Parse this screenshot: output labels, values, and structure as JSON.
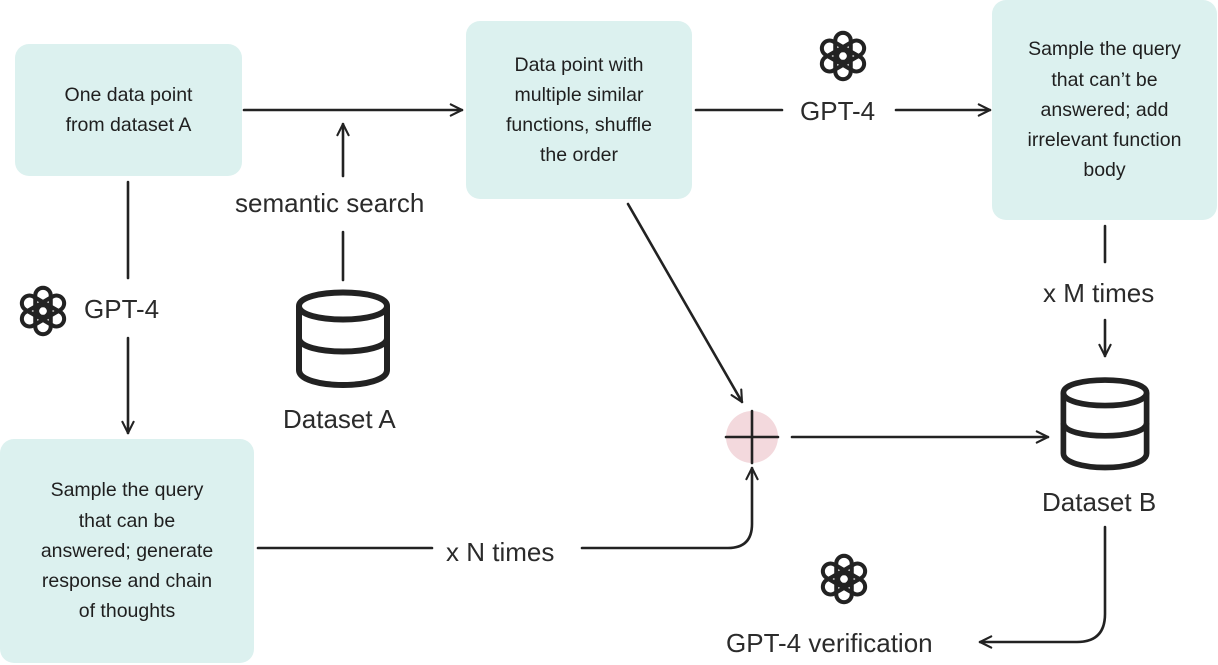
{
  "boxes": {
    "box_a": "One data point\nfrom dataset A",
    "box_mid": "Data point with\nmultiple similar\nfunctions, shuffle\nthe order",
    "box_right": "Sample the query\nthat can’t be\nanswered; add\nirrelevant function\nbody",
    "box_bottom": "Sample the query\nthat can be\nanswered; generate\nresponse and chain\nof thoughts"
  },
  "labels": {
    "semantic_search": "semantic search",
    "gpt4_left": "GPT-4",
    "gpt4_top": "GPT-4",
    "x_m_times": "x M times",
    "x_n_times": "x N times",
    "dataset_a": "Dataset A",
    "dataset_b": "Dataset B",
    "gpt4_verification": "GPT-4 verification"
  },
  "icons": {
    "openai_left": "openai-logo-icon",
    "openai_top": "openai-logo-icon",
    "openai_bottom": "openai-logo-icon",
    "database_a": "database-icon",
    "database_b": "database-icon",
    "merge": "plus-circle-icon"
  },
  "colors": {
    "box_fill": "#dcf1ef",
    "merge_fill": "#f3d9dd",
    "line": "#222222"
  }
}
